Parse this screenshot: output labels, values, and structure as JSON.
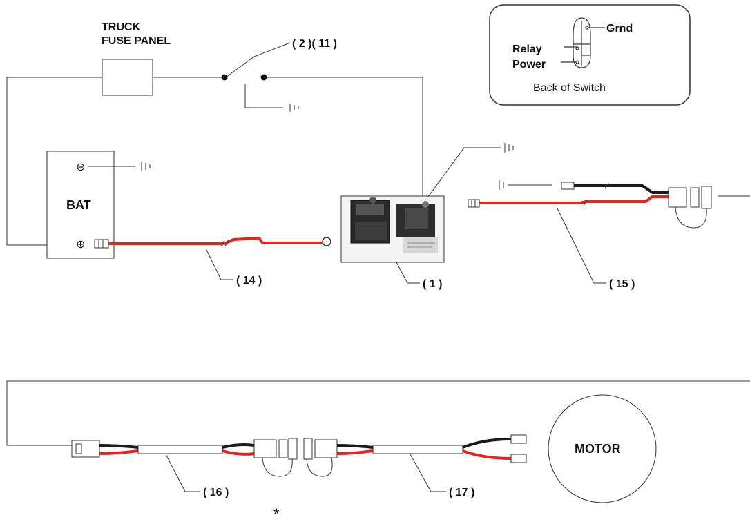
{
  "fuse_panel": {
    "line1": "TRUCK",
    "line2": "FUSE PANEL"
  },
  "switch_callout": "( 2 )( 11 )",
  "switch_back": {
    "grnd": "Grnd",
    "relay": "Relay",
    "power": "Power",
    "caption": "Back of Switch"
  },
  "battery": {
    "label": "BAT",
    "negative": "⊖",
    "positive": "⊕"
  },
  "callouts": {
    "c14": "( 14 )",
    "c1": "( 1 )",
    "c15": "( 15 )",
    "c16": "( 16 )",
    "c17": "( 17 )"
  },
  "motor": {
    "label": "MOTOR"
  },
  "footnote": "*",
  "colors": {
    "positive_wire": "#e8231c",
    "negative_wire": "#1a1a1a",
    "line": "#333333"
  }
}
